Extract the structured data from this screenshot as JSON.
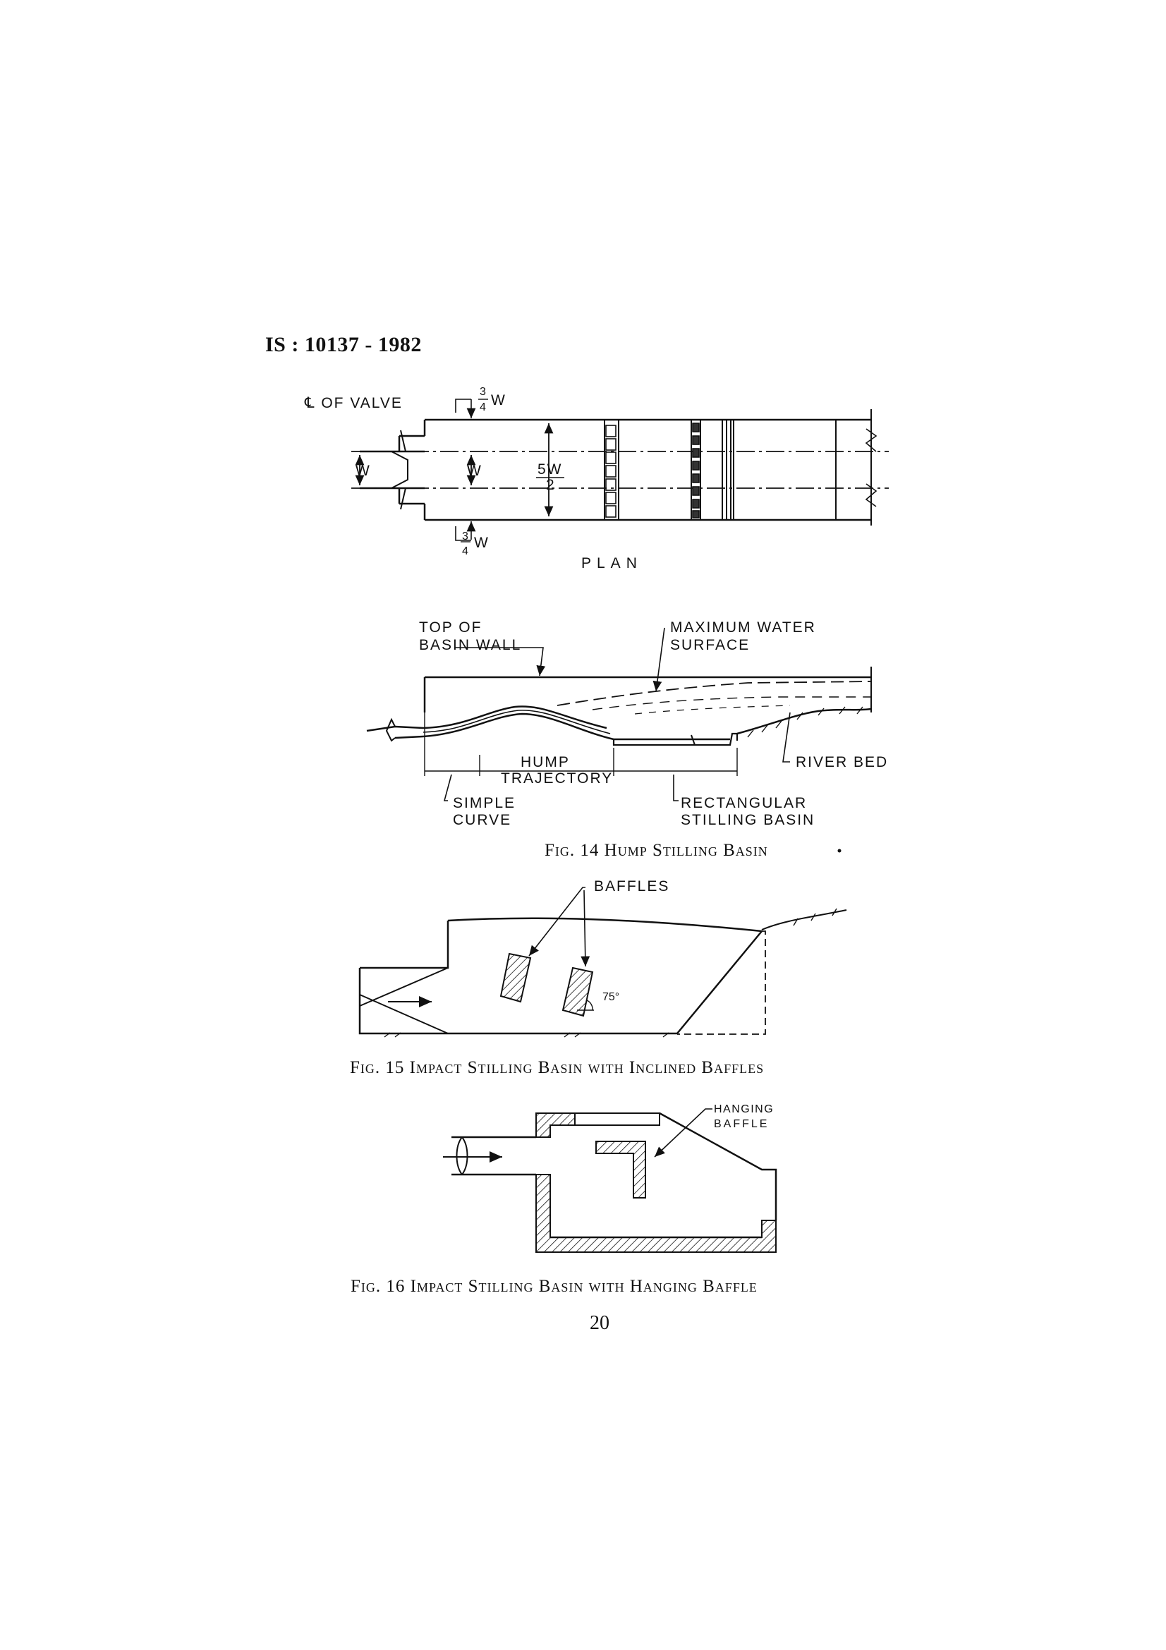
{
  "header": {
    "standard_no": "IS : 10137 - 1982"
  },
  "plan": {
    "valve_label": "℄ OF VALVE",
    "three_quarter_w_num": "3",
    "three_quarter_w_den": "4",
    "w_unit": "W",
    "w_left": "W",
    "w_mid": "W",
    "five_w_num": "5W",
    "five_w_den": "2",
    "title": "PLAN"
  },
  "fig14": {
    "top_wall_line1": "TOP OF",
    "top_wall_line2": "BASIN WALL",
    "max_water_line1": "MAXIMUM WATER",
    "max_water_line2": "SURFACE",
    "hump": "HUMP",
    "trajectory": "TRAJECTORY",
    "river_bed": "RIVER BED",
    "simple_line1": "SIMPLE",
    "simple_line2": "CURVE",
    "rect_line1": "RECTANGULAR",
    "rect_line2": "STILLING BASIN",
    "caption": "Fig. 14  Hump Stilling Basin"
  },
  "fig15": {
    "baffles": "BAFFLES",
    "angle": "75°",
    "caption": "Fig. 15  Impact Stilling Basin with Inclined Baffles"
  },
  "fig16": {
    "hanging_line1": "HANGING",
    "hanging_line2": "BAFFLE",
    "caption": "Fig. 16  Impact Stilling Basin with Hanging Baffle"
  },
  "page_number": "20"
}
